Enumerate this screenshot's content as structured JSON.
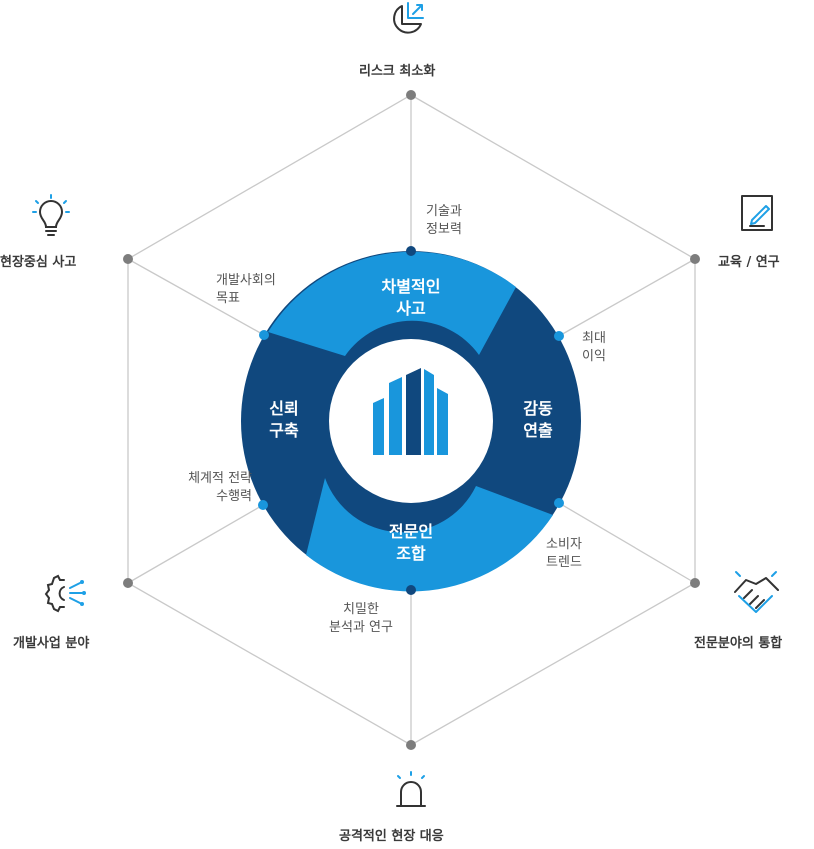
{
  "outer_labels": {
    "top": "리스크 최소화",
    "top_right": "교육 / 연구",
    "bottom_right": "전문분야의 통합",
    "bottom": "공격적인 현장 대응",
    "bottom_left": "개발사업 분야",
    "top_left": "현장중심 사고"
  },
  "inner_labels": {
    "top": [
      "기술과",
      "정보력"
    ],
    "top_right": [
      "최대",
      "이익"
    ],
    "bottom_right": [
      "소비자",
      "트렌드"
    ],
    "bottom": [
      "치밀한",
      "분석과 연구"
    ],
    "bottom_left": [
      "체계적 전략",
      "수행력"
    ],
    "top_left": [
      "개발사회의",
      "목표"
    ]
  },
  "segments": {
    "top": [
      "차별적인",
      "사고"
    ],
    "right": [
      "감동",
      "연출"
    ],
    "bottom": [
      "전문인",
      "조합"
    ],
    "left": [
      "신뢰",
      "구축"
    ]
  },
  "icons": {
    "top": "pie-chart-icon",
    "top_right": "edit-document-icon",
    "bottom_right": "handshake-icon",
    "bottom": "alarm-light-icon",
    "bottom_left": "gear-network-icon",
    "top_left": "lightbulb-icon",
    "center": "building-icon"
  },
  "colors": {
    "light_blue": "#1996dc",
    "dark_navy": "#10487e",
    "hex_line": "#c9c9c9",
    "dot_grey": "#7d7d7d",
    "icon_dark": "#333333",
    "icon_accent": "#1ea0e6"
  }
}
